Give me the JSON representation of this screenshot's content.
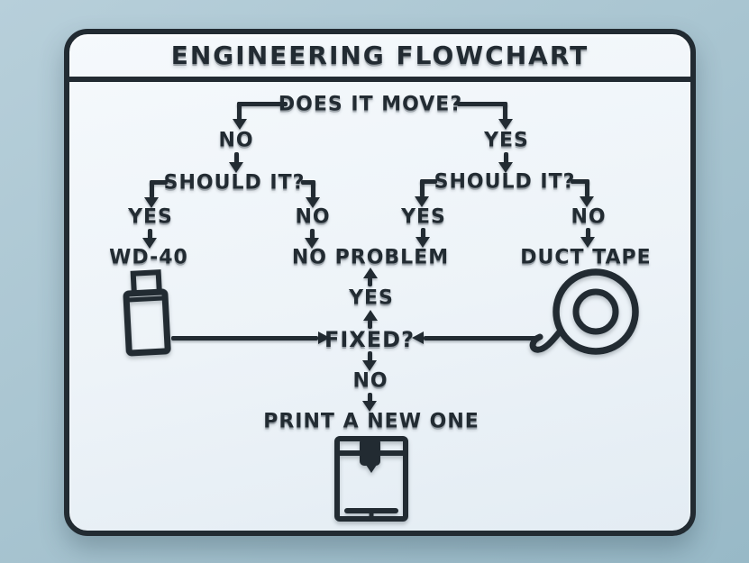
{
  "title": "ENGINEERING FLOWCHART",
  "nodes": {
    "does_it_move": "DOES IT MOVE?",
    "no_top_left": "NO",
    "yes_top_right": "YES",
    "should_it_left": "SHOULD IT?",
    "should_it_right": "SHOULD IT?",
    "yes_left": "YES",
    "no_mid_left": "NO",
    "yes_mid_right": "YES",
    "no_right": "NO",
    "wd40": "WD-40",
    "no_problem": "NO PROBLEM",
    "duct_tape": "DUCT TAPE",
    "yes_fixed": "YES",
    "fixed": "FIXED?",
    "no_fixed": "NO",
    "print_new": "PRINT A NEW ONE"
  },
  "icons": {
    "wd40_can": "wd40-can-icon",
    "duct_tape_roll": "duct-tape-roll-icon",
    "printer": "3d-printer-icon"
  },
  "colors": {
    "background": "#a9c5d1",
    "panel": "#eff5f9",
    "ink": "#222b32"
  }
}
